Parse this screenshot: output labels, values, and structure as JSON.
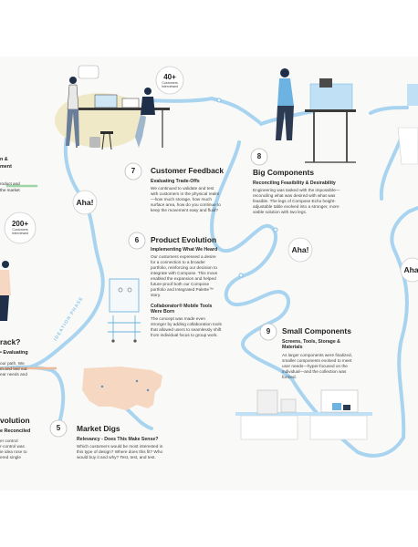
{
  "edge_left": {
    "fragment_1": "n &",
    "fragment_2": "ment",
    "fragment_3": "roduct and",
    "fragment_4": "the market",
    "stat_number": "200+",
    "stat_label": "Customers Interviewed",
    "track_heading": "rack?",
    "track_sub": "• Evaluating",
    "track_body": "our path. We\nm and laid out\near needs and",
    "evolution_heading": "volution",
    "evolution_sub": "e Reconciled",
    "evolution_body": "er control\nr-control was\nie idea rose to\nered single"
  },
  "stat_top": {
    "number": "40+",
    "label": "Customers Interviewed"
  },
  "phase_label": "IDEATION PHASE",
  "aha_label": "Aha!",
  "sections": {
    "customer_feedback": {
      "number": "7",
      "title": "Customer Feedback",
      "subtitle": "Evaluating Trade-Offs",
      "body": "We continued to validate and test with customers in the physical realm—how much storage, how much surface area, how do you continue to keep the movement easy and fluid?"
    },
    "product_evolution": {
      "number": "6",
      "title": "Product Evolution",
      "subtitle": "Implementing What We Heard",
      "body": "Our customers expressed a desire for a connection to a broader portfolio, reinforcing our decision to integrate with Compose. This move enabled the expansion and helped future-proof both our Compose portfolio and Integrated Palette™ story.",
      "subtitle_2": "Collaborator® Mobile Tools Were Born",
      "body_2": "The concept was made even stronger by adding collaboration tools that allowed users to seamlessly shift from individual focus to group work."
    },
    "market_digs": {
      "number": "5",
      "title": "Market Digs",
      "subtitle": "Relevancy - Does This Make Sense?",
      "body": "Which customers would be most interested in this type of design? Where does this fit? Who would buy it and why? Test, test, and test."
    },
    "big_components": {
      "number": "8",
      "title": "Big Components",
      "subtitle": "Reconciling Feasibility & Desirability",
      "body": "Engineering was tasked with the impossible—reconciling what was desired with what was feasible. The legs of Compose Echo height-adjustable table evolved into a stronger, more viable solution with two legs."
    },
    "small_components": {
      "number": "9",
      "title": "Small Components",
      "subtitle": "Screens, Tools, Storage & Materials",
      "body": "As larger components were finalized, smaller components evolved to meet user needs—hyper-focused on the individual—and the collection was formed."
    }
  },
  "colors": {
    "path_blue": "#a9d4f0",
    "path_blue_dark": "#7fbfe6",
    "accent_blue": "#6db3e2",
    "peach": "#f6d8c2",
    "cream": "#efe9c8",
    "ink": "#2c2c2c",
    "navy": "#1f2f4a",
    "green": "#9fd6a8"
  }
}
